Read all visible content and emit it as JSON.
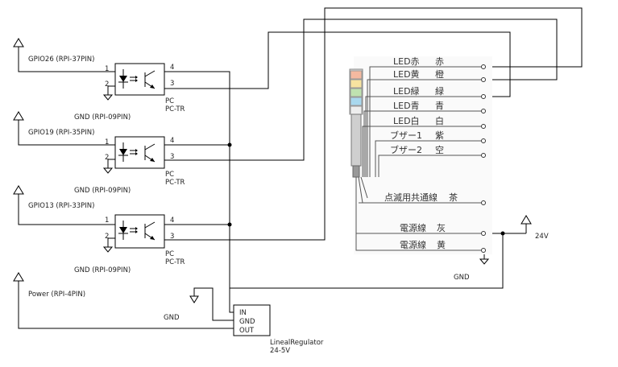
{
  "gpio": [
    {
      "label": "GPIO26 (RPI-37PIN)",
      "gnd": "GND (RPI-09PIN)"
    },
    {
      "label": "GPIO19 (RPI-35PIN)",
      "gnd": "GND (RPI-09PIN)"
    },
    {
      "label": "GPIO13 (RPI-33PIN)",
      "gnd": "GND (RPI-09PIN)"
    }
  ],
  "pin_labels": {
    "p1": "1",
    "p2": "2",
    "p3": "3",
    "p4": "4"
  },
  "pc_label": "PC",
  "pctr_label": "PC-TR",
  "power_label": "Power (RPI-4PIN)",
  "gnd_label": "GND",
  "regulator": {
    "in": "IN",
    "gnd": "GND",
    "out": "OUT",
    "name": "LinealRegulator",
    "range": "24-5V"
  },
  "tower_wires": [
    {
      "name": "LED赤",
      "color": "赤"
    },
    {
      "name": "LED黄",
      "color": "橙"
    },
    {
      "name": "LED緑",
      "color": "緑"
    },
    {
      "name": "LED青",
      "color": "青"
    },
    {
      "name": "LED白",
      "color": "白"
    },
    {
      "name": "ブザー1",
      "color": "紫"
    },
    {
      "name": "ブザー2",
      "color": "空"
    },
    {
      "name": "点滅用共通線",
      "color": "茶"
    },
    {
      "name": "電源線",
      "color": "灰"
    },
    {
      "name": "電源線",
      "color": "黄"
    }
  ],
  "supply_label": "24V",
  "tower_gnd_label": "GND",
  "tower_colors": [
    "#f4b9a0",
    "#f7e3a0",
    "#bfe2b0",
    "#a9d8ee",
    "#eeeeee"
  ]
}
